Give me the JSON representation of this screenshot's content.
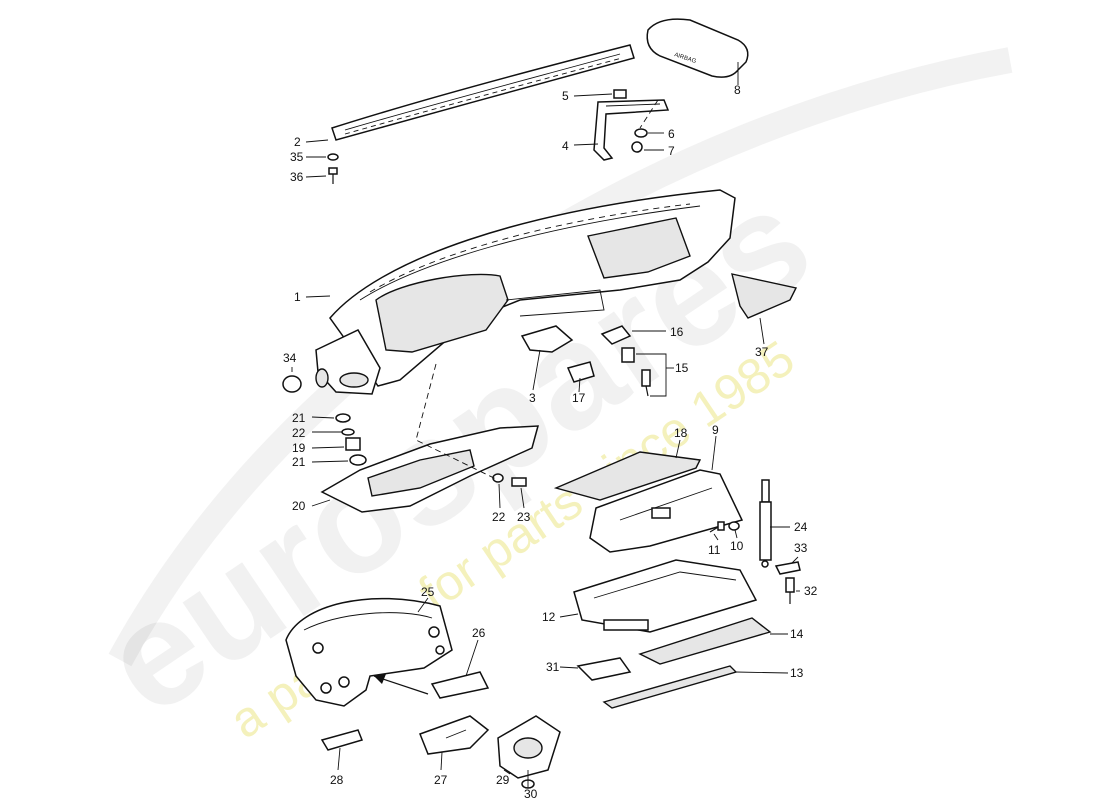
{
  "watermark": {
    "brand": "eurospares",
    "tagline": "a passion for parts since 1985"
  },
  "airbag_cover_text": "AIRBAG",
  "callouts": [
    {
      "n": "1"
    },
    {
      "n": "2"
    },
    {
      "n": "3"
    },
    {
      "n": "4"
    },
    {
      "n": "5"
    },
    {
      "n": "6"
    },
    {
      "n": "7"
    },
    {
      "n": "8"
    },
    {
      "n": "9"
    },
    {
      "n": "10"
    },
    {
      "n": "11"
    },
    {
      "n": "12"
    },
    {
      "n": "13"
    },
    {
      "n": "14"
    },
    {
      "n": "15"
    },
    {
      "n": "16"
    },
    {
      "n": "17"
    },
    {
      "n": "18"
    },
    {
      "n": "19"
    },
    {
      "n": "20"
    },
    {
      "n": "21"
    },
    {
      "n": "21"
    },
    {
      "n": "22"
    },
    {
      "n": "22"
    },
    {
      "n": "23"
    },
    {
      "n": "24"
    },
    {
      "n": "25"
    },
    {
      "n": "26"
    },
    {
      "n": "27"
    },
    {
      "n": "28"
    },
    {
      "n": "29"
    },
    {
      "n": "30"
    },
    {
      "n": "31"
    },
    {
      "n": "32"
    },
    {
      "n": "33"
    },
    {
      "n": "34"
    },
    {
      "n": "35"
    },
    {
      "n": "36"
    },
    {
      "n": "37"
    }
  ]
}
